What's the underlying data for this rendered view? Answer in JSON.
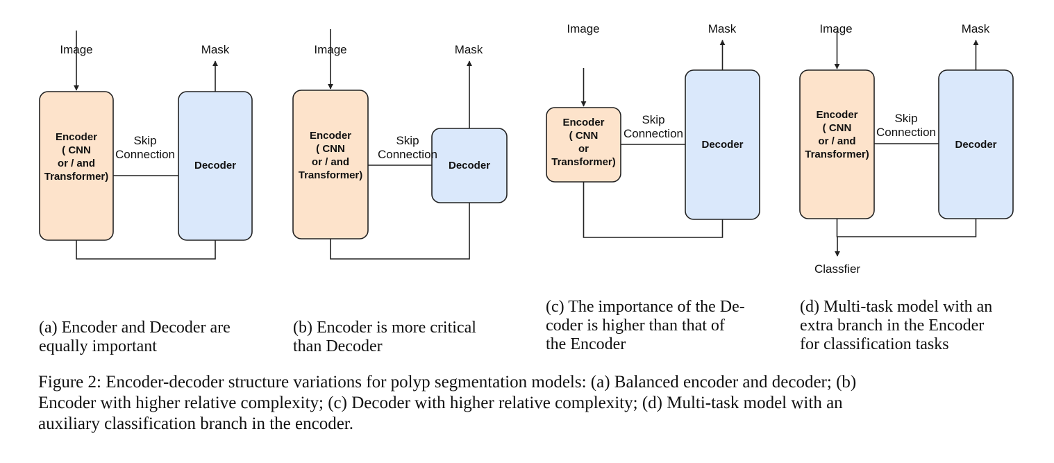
{
  "colors": {
    "encoder_fill": "#fde3cb",
    "decoder_fill": "#dae8fb",
    "stroke": "#222222"
  },
  "panels": [
    {
      "id": "a",
      "image_label": "Image",
      "mask_label": "Mask",
      "encoder_lines": [
        "Encoder",
        "( CNN",
        "or / and",
        "Transformer)"
      ],
      "decoder_label": "Decoder",
      "skip_lines": [
        "Skip",
        "Connection"
      ],
      "caption_lines": [
        "(a) Encoder and Decoder are",
        "equally important"
      ]
    },
    {
      "id": "b",
      "image_label": "Image",
      "mask_label": "Mask",
      "encoder_lines": [
        "Encoder",
        "( CNN",
        "or / and",
        "Transformer)"
      ],
      "decoder_label": "Decoder",
      "skip_lines": [
        "Skip",
        "Connection"
      ],
      "caption_lines": [
        "(b) Encoder is more critical",
        "than Decoder"
      ]
    },
    {
      "id": "c",
      "image_label": "Image",
      "mask_label": "Mask",
      "encoder_lines": [
        "Encoder",
        "( CNN",
        "or",
        "Transformer)"
      ],
      "decoder_label": "Decoder",
      "skip_lines": [
        "Skip",
        "Connection"
      ],
      "caption_lines": [
        "(c) The importance of the De-",
        "coder is higher than that of",
        "the Encoder"
      ]
    },
    {
      "id": "d",
      "image_label": "Image",
      "mask_label": "Mask",
      "encoder_lines": [
        "Encoder",
        "( CNN",
        "or / and",
        "Transformer)"
      ],
      "decoder_label": "Decoder",
      "skip_lines": [
        "Skip",
        "Connection"
      ],
      "classifier_label": "Classfier",
      "caption_lines": [
        "(d) Multi-task model with an",
        "extra branch in the Encoder",
        "for classification tasks"
      ]
    }
  ],
  "figure_caption_lines": [
    "Figure 2: Encoder-decoder structure variations for polyp segmentation models: (a) Balanced encoder and decoder; (b)",
    "Encoder with higher relative complexity; (c) Decoder with higher relative complexity; (d) Multi-task model with an",
    "auxiliary classification branch in the encoder."
  ]
}
